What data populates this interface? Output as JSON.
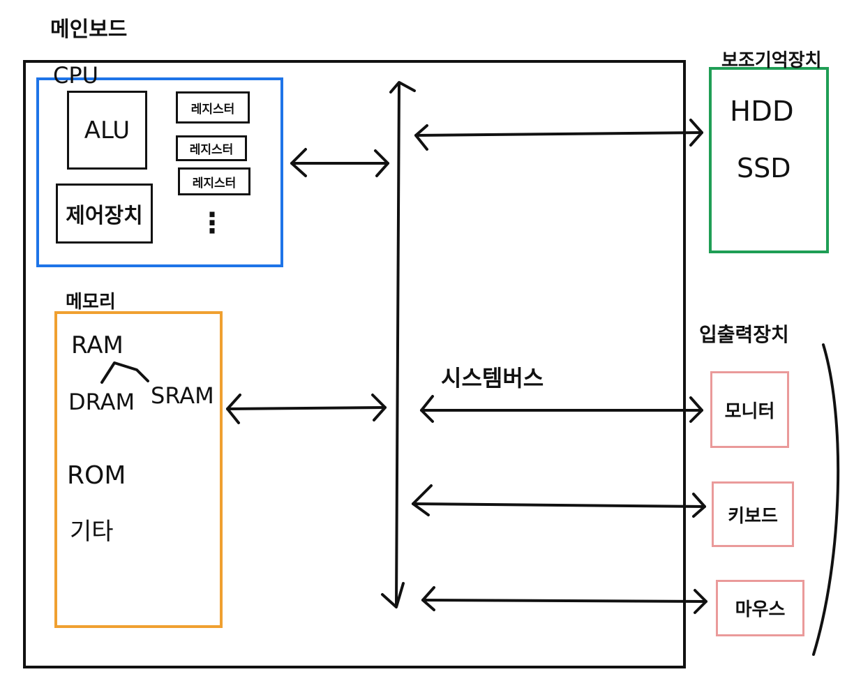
{
  "title": "메인보드",
  "cpu": {
    "label": "CPU",
    "alu": "ALU",
    "control_unit": "제어장치",
    "registers": [
      "레지스터",
      "레지스터",
      "레지스터"
    ],
    "more": "⋮"
  },
  "memory": {
    "label": "메모리",
    "ram": "RAM",
    "dram": "DRAM",
    "sram": "SRAM",
    "rom": "ROM",
    "etc": "기타"
  },
  "system_bus": "시스템버스",
  "storage": {
    "label": "보조기억장치",
    "items": [
      "HDD",
      "SSD"
    ]
  },
  "io": {
    "label": "입출력장치",
    "items": [
      "모니터",
      "키보드",
      "마우스"
    ]
  },
  "colors": {
    "cpu": "#1e74e8",
    "memory": "#f0a030",
    "storage": "#1f9e55",
    "io": "#ea9a9a",
    "line": "#111111"
  }
}
